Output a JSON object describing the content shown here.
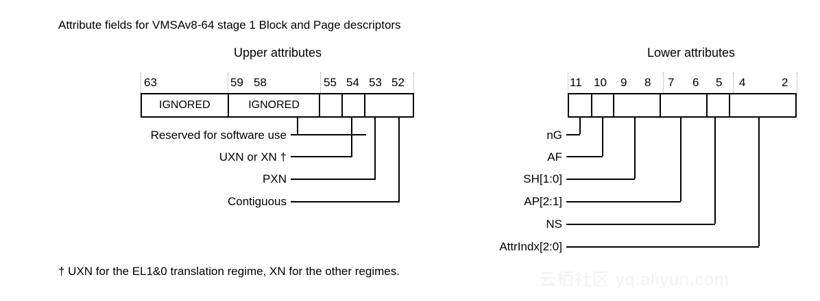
{
  "caption": "Attribute fields for VMSAv8-64 stage 1 Block and Page descriptors",
  "footnote": "† UXN for the EL1&0 translation regime, XN for the other regimes.",
  "watermark": "云栖社区 yq.aliyun.com",
  "upper": {
    "title": "Upper attributes",
    "bit_labels": [
      "63",
      "59",
      "58",
      "55",
      "54",
      "53",
      "52"
    ],
    "cells": [
      {
        "label": "IGNORED"
      },
      {
        "label": "IGNORED"
      },
      {
        "label": ""
      },
      {
        "label": ""
      },
      {
        "label": ""
      }
    ],
    "callouts": [
      {
        "label": "Reserved for software use"
      },
      {
        "label": "UXN or XN †"
      },
      {
        "label": "PXN"
      },
      {
        "label": "Contiguous"
      }
    ]
  },
  "lower": {
    "title": "Lower attributes",
    "bit_labels": [
      "11",
      "10",
      "9",
      "8",
      "7",
      "6",
      "5",
      "4",
      "2"
    ],
    "cells": [
      {
        "label": ""
      },
      {
        "label": ""
      },
      {
        "label": ""
      },
      {
        "label": ""
      },
      {
        "label": ""
      },
      {
        "label": ""
      }
    ],
    "callouts": [
      {
        "label": "nG"
      },
      {
        "label": "AF"
      },
      {
        "label": "SH[1:0]"
      },
      {
        "label": "AP[2:1]"
      },
      {
        "label": "NS"
      },
      {
        "label": "AttrIndx[2:0]"
      }
    ]
  }
}
